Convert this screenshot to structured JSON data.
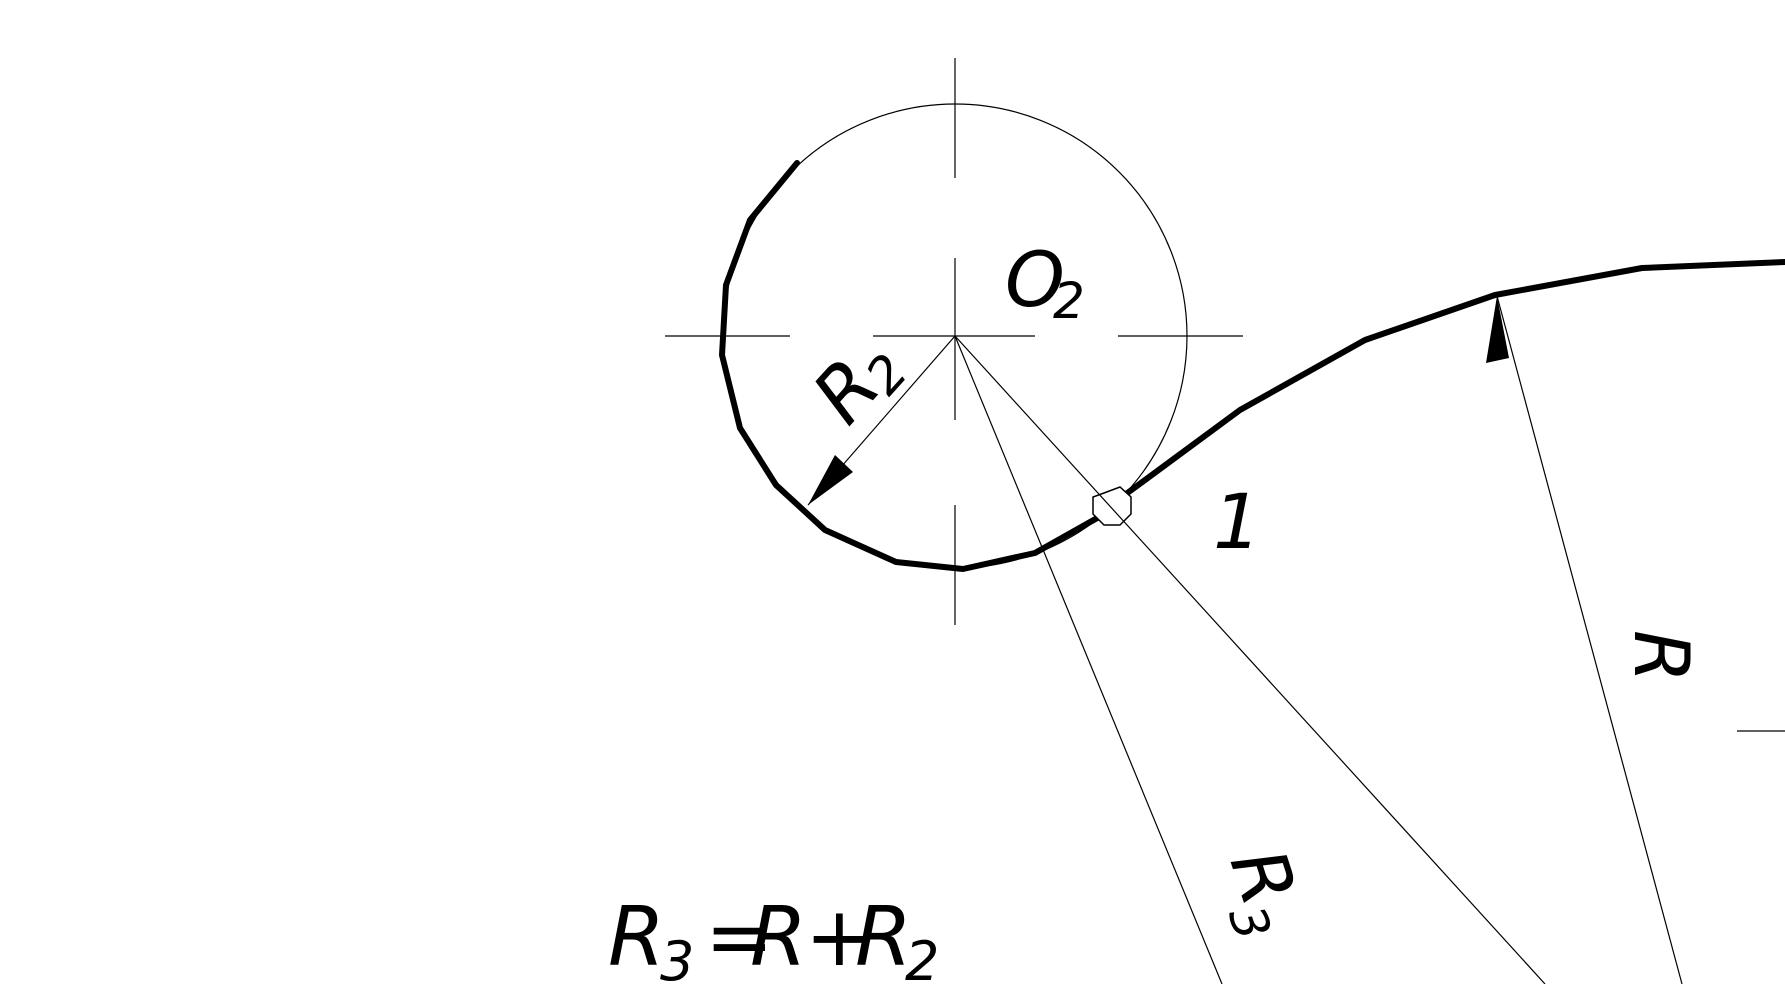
{
  "labels": {
    "center": "O",
    "center_sub": "2",
    "r2": "R",
    "r2_sub": "2",
    "point": "1",
    "r": "R",
    "r3": "R",
    "r3_sub": "3",
    "formula_r3": "R",
    "formula_r3_sub": "3",
    "formula_eq": "=",
    "formula_r": "R",
    "formula_plus": "+",
    "formula_r2": "R",
    "formula_r2_sub": "2"
  },
  "colors": {
    "ink": "#000000",
    "background": "#ffffff"
  }
}
